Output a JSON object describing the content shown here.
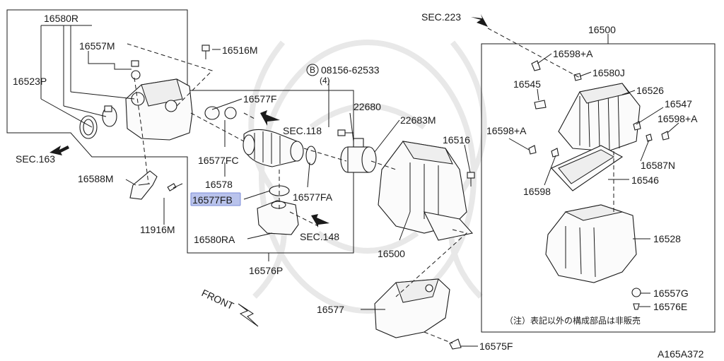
{
  "diagram": {
    "labels": {
      "p16580R": "16580R",
      "p16557M": "16557M",
      "p16516M": "16516M",
      "p16523P": "16523P",
      "sec163": "SEC.163",
      "p16588M": "16588M",
      "p11916M": "11916M",
      "p16577F": "16577F",
      "sec118": "SEC.118",
      "p16577FC": "16577FC",
      "p16578": "16578",
      "p16577FB_hi": "16577F",
      "p16577FB_suffix": "B",
      "p16577FA": "16577FA",
      "sec148": "SEC.148",
      "p16580RA": "16580RA",
      "p16576P": "16576P",
      "bolt_code": "08156-62533",
      "bolt_qty": "(4)",
      "bolt_marker": "B",
      "p22680": "22680",
      "p22683M": "22683M",
      "p16516": "16516",
      "p16500_lower": "16500",
      "sec223": "SEC.223",
      "p16500_top": "16500",
      "p16598A_1": "16598+A",
      "p16580J": "16580J",
      "p16545": "16545",
      "p16526": "16526",
      "p16547": "16547",
      "p16598A_2": "16598+A",
      "p16598A_3": "16598+A",
      "p16587N": "16587N",
      "p16598": "16598",
      "p16546": "16546",
      "p16528": "16528",
      "p16557G": "16557G",
      "p16576E": "16576E",
      "p16577": "16577",
      "p16575F": "16575F",
      "front": "FRONT",
      "note": "（注）表記以外の構成部品は非販売",
      "code": "A165A372"
    },
    "highlight_color": "#b9c3ec"
  }
}
